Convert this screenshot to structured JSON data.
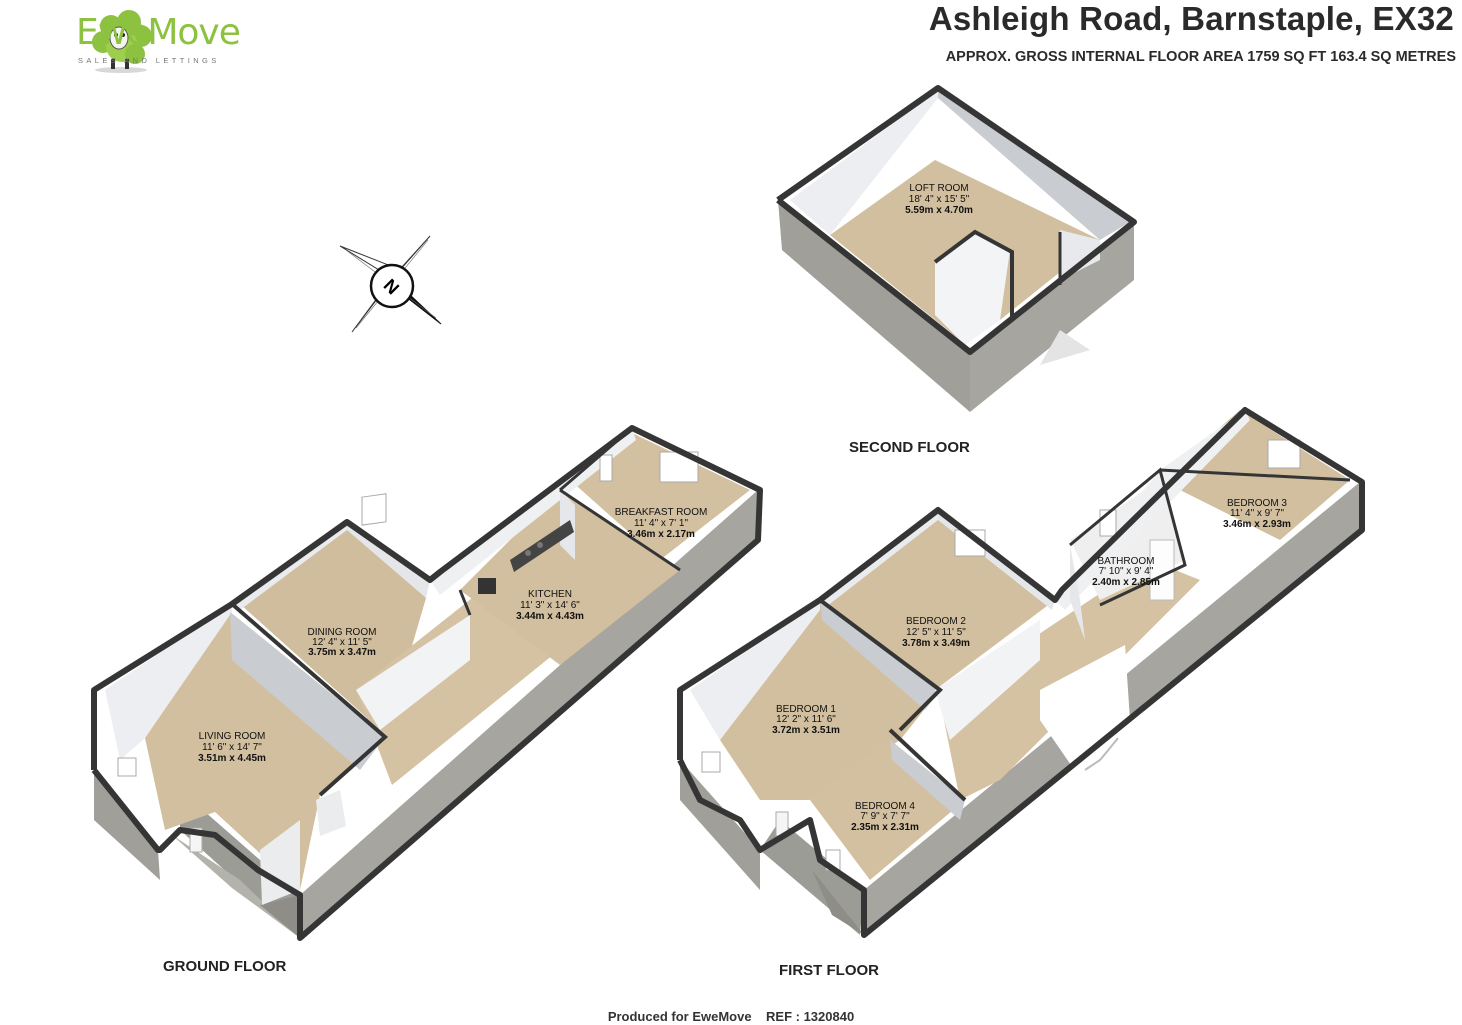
{
  "header": {
    "title": "Ashleigh Road, Barnstaple, EX32",
    "subtitle": "APPROX. GROSS INTERNAL FLOOR AREA 1759 SQ FT 163.4 SQ METRES"
  },
  "brand": {
    "name": "EweMove",
    "tagline": "SALES AND LETTINGS",
    "color": "#8cc23f"
  },
  "compass": {
    "label": "N"
  },
  "floors": {
    "ground": {
      "label": "GROUND FLOOR",
      "rooms": [
        {
          "name": "LIVING ROOM",
          "imperial": "11' 6\" x 14' 7\"",
          "metric": "3.51m x 4.45m"
        },
        {
          "name": "DINING ROOM",
          "imperial": "12' 4\" x 11' 5\"",
          "metric": "3.75m x 3.47m"
        },
        {
          "name": "KITCHEN",
          "imperial": "11' 3\" x 14' 6\"",
          "metric": "3.44m x 4.43m"
        },
        {
          "name": "BREAKFAST ROOM",
          "imperial": "11' 4\" x 7' 1\"",
          "metric": "3.46m x 2.17m"
        }
      ]
    },
    "first": {
      "label": "FIRST FLOOR",
      "rooms": [
        {
          "name": "BEDROOM 1",
          "imperial": "12' 2\" x 11' 6\"",
          "metric": "3.72m x 3.51m"
        },
        {
          "name": "BEDROOM 2",
          "imperial": "12' 5\" x 11' 5\"",
          "metric": "3.78m x 3.49m"
        },
        {
          "name": "BATHROOM",
          "imperial": "7' 10\" x 9' 4\"",
          "metric": "2.40m x 2.85m"
        },
        {
          "name": "BEDROOM 3",
          "imperial": "11' 4\" x 9' 7\"",
          "metric": "3.46m x 2.93m"
        },
        {
          "name": "BEDROOM 4",
          "imperial": "7' 9\" x 7' 7\"",
          "metric": "2.35m x 2.31m"
        }
      ]
    },
    "second": {
      "label": "SECOND FLOOR",
      "rooms": [
        {
          "name": "LOFT ROOM",
          "imperial": "18' 4\" x 15' 5\"",
          "metric": "5.59m x 4.70m"
        }
      ]
    }
  },
  "footer": {
    "produced": "Produced for EweMove",
    "ref": "REF : 1320840"
  },
  "colors": {
    "floor": "#d2bf9f",
    "wall_top": "#3a3a3a",
    "wall_inner": "#f1f2f4",
    "brick": "#9c9c96"
  }
}
